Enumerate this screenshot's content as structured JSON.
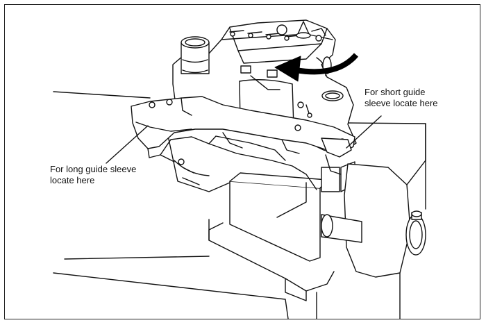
{
  "callouts": {
    "short_guide_sleeve": {
      "line1": "For short guide",
      "line2": "sleeve locate here"
    },
    "long_guide_sleeve": {
      "line1": "For long guide sleeve",
      "line2": "locate here"
    }
  },
  "colors": {
    "line": "#111111",
    "background": "#ffffff"
  },
  "icons": {
    "rotation_arrow": "curved-arrow-icon"
  }
}
